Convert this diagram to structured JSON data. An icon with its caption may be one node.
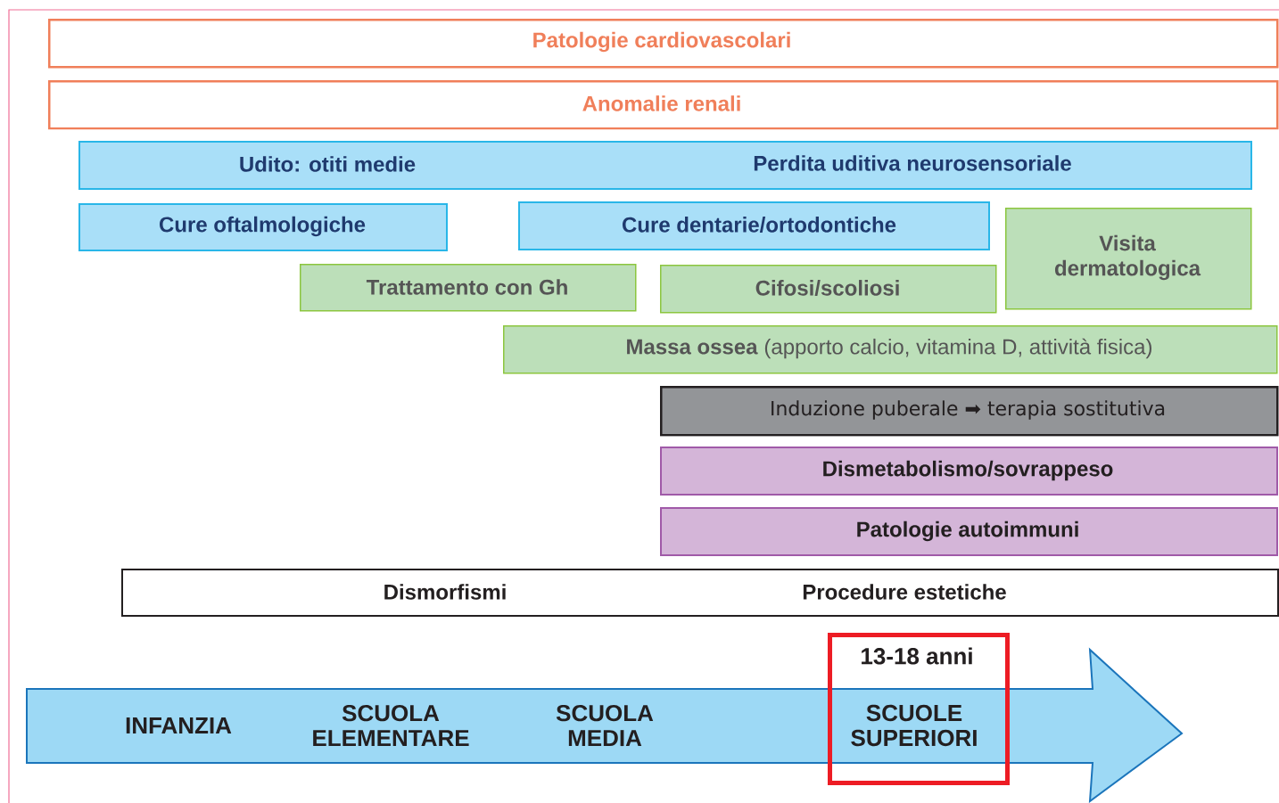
{
  "diagram": {
    "nodes": [
      {
        "text": [
          "Patologie cardiovascolari"
        ]
      },
      {
        "text": [
          "Anomalie renali"
        ]
      },
      {
        "text": [
          "Udito: otiti medie",
          "Perdita uditiva neurosensoriale"
        ]
      },
      {
        "text": [
          "Cure oftalmologiche"
        ]
      },
      {
        "text": [
          "Cure dentarie/ortodontiche"
        ]
      },
      {
        "text": [
          "Visita dermatologica"
        ]
      },
      {
        "text": [
          "Trattamento con Gh"
        ]
      },
      {
        "text": [
          "Cifosi/scoliosi"
        ]
      },
      {
        "text": [
          "**Massa ossea** (apporto calcio, vitamina D, attività fisica)"
        ]
      },
      {
        "text": [
          "Induzione puberale ➡ terapia sostitutiva"
        ]
      },
      {
        "text": [
          "Dismetabolismo/sovrappeso"
        ]
      },
      {
        "text": [
          "Patologie autoimmuni"
        ]
      },
      {
        "text": [
          "Dismorfismi",
          "Procedure estetiche"
        ]
      },
      {
        "text": [
          "INFANZIA",
          "SCUOLA ELEMENTARE",
          "SCUOLA MEDIA"
        ]
      },
      {
        "text": [
          "13-18 anni",
          "SCUOLE SUPERIORI"
        ]
      }
    ]
  }
}
